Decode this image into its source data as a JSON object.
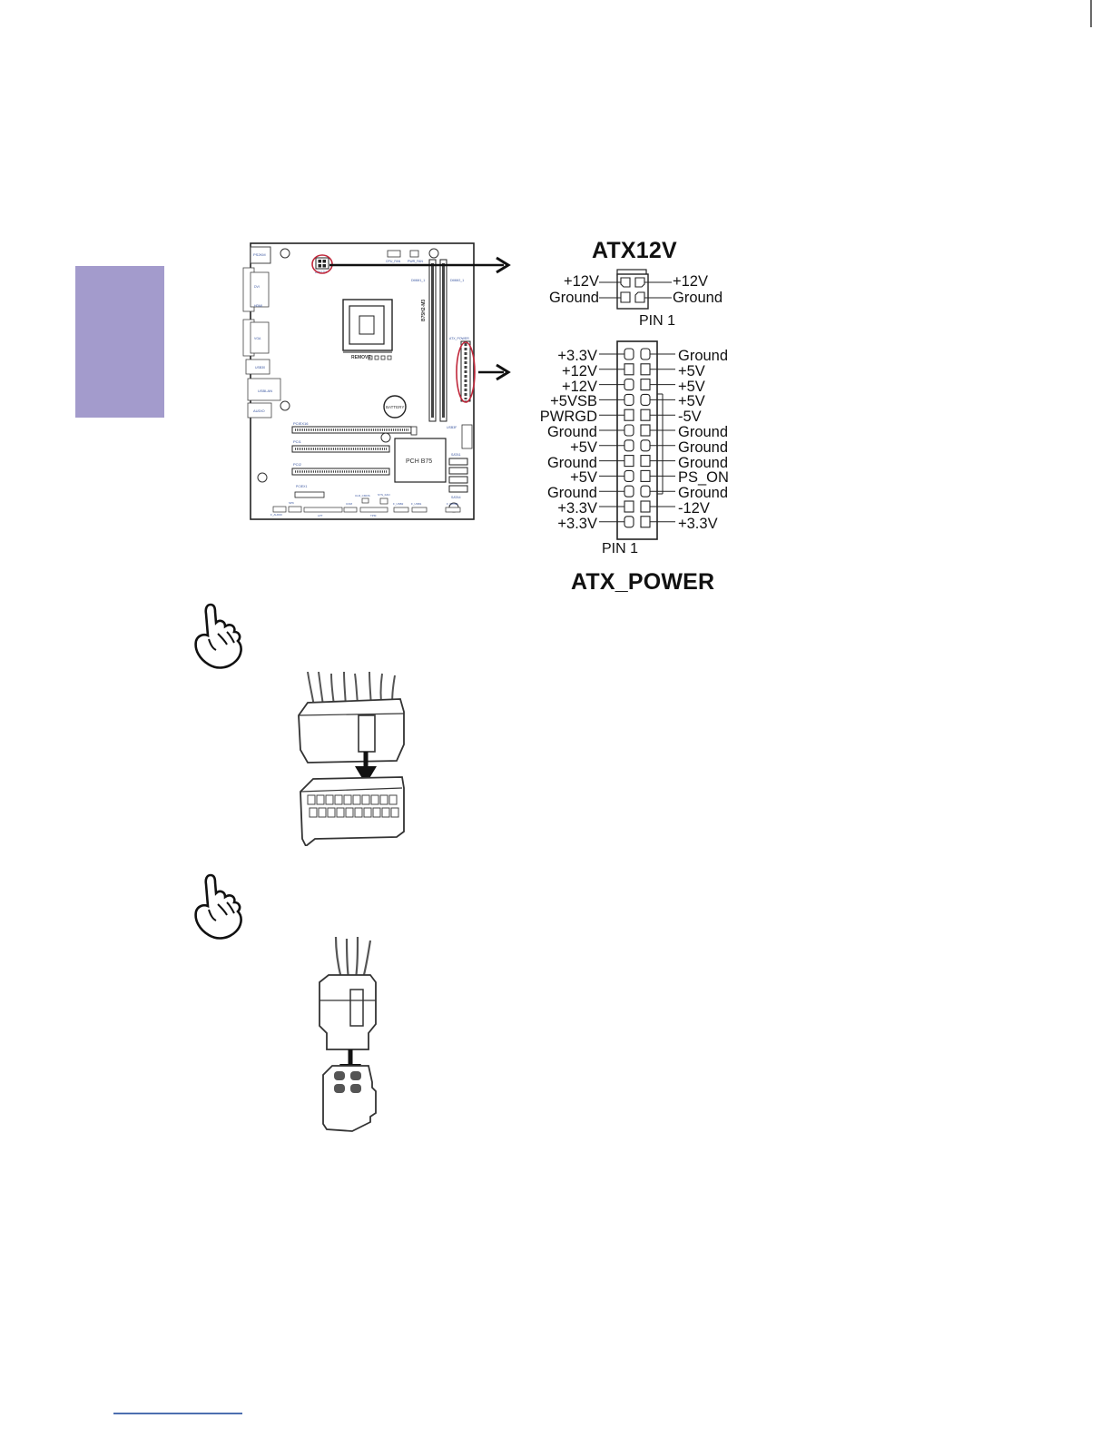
{
  "motherboard": {
    "labels": {
      "ps2km": "PS2KM",
      "cpu_fan": "CPU_FAN",
      "pwr_fan": "PWR_FAN",
      "atx12v": "ATX12V",
      "dimm1": "DIMM1_1",
      "dimm2": "DIMM2_1",
      "board_name": "B75H2-M3",
      "atx_power": "ATX_POWER",
      "dvi": "DVI",
      "hdmi": "HDMI",
      "vga": "VGA",
      "usb30": "USB30",
      "usblan": "USBLAN",
      "audio": "AUDIO",
      "remove": "REMOVE",
      "battery": "BATTERY",
      "pciex16": "PCIEX16",
      "pci1": "PCI1",
      "pci2": "PCI2",
      "pciex1": "PCIEX1",
      "pch": "PCH B75",
      "usb3f": "USB3F",
      "sata1": "SATA1",
      "sata4": "SATA4",
      "clr_cmos": "CLR_CMOS",
      "sys_fan": "SYS_FAN",
      "com": "COM",
      "f_usb2": "F_USB2",
      "f_usb1": "F_USB1",
      "f_panel": "F_PANEL",
      "lpt": "LPT",
      "tpm": "TPM",
      "spk": "SPK",
      "f_audio": "F_AUDIO"
    }
  },
  "atx12v": {
    "title": "ATX12V",
    "left": [
      "+12V",
      "Ground"
    ],
    "right": [
      "+12V",
      "Ground"
    ],
    "pin1": "PIN 1"
  },
  "atx_power": {
    "title": "ATX_POWER",
    "left": [
      "+3.3V",
      "+12V",
      "+12V",
      "+5VSB",
      "PWRGD",
      "Ground",
      "+5V",
      "Ground",
      "+5V",
      "Ground",
      "+3.3V",
      "+3.3V"
    ],
    "right": [
      "Ground",
      "+5V",
      "+5V",
      "+5V",
      "-5V",
      "Ground",
      "Ground",
      "Ground",
      "PS_ON",
      "Ground",
      "-12V",
      "+3.3V"
    ],
    "pin1": "PIN 1"
  },
  "colors": {
    "side_tab": "#a39bcc",
    "highlight": "#c0283b",
    "bottom_rule": "#4d6fb0"
  },
  "icons": {
    "note_1": "pointing-hand-icon",
    "note_2": "pointing-hand-icon"
  }
}
